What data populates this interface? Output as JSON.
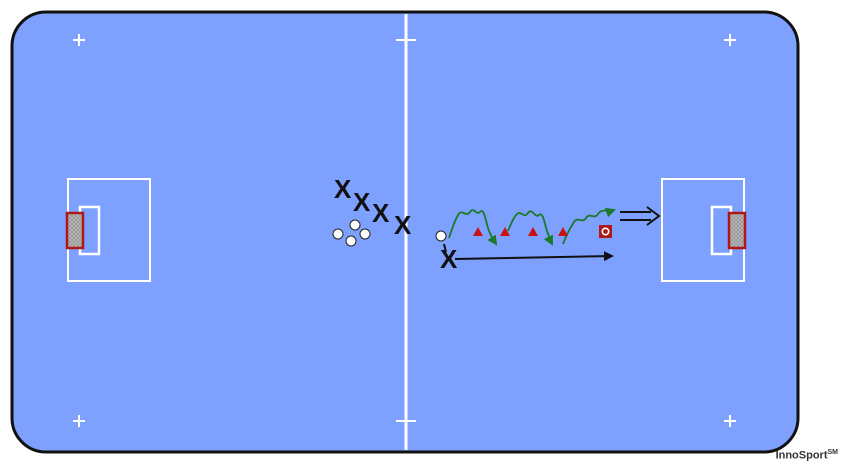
{
  "diagram": {
    "colors": {
      "pitch": "#7ea1ff",
      "pitch_border": "#111111",
      "line": "#ffffff",
      "player": "#111111",
      "cone": "#cc1111",
      "dribble_path": "#1a7a2a",
      "goal_frame": "#b01818",
      "goal_net": "#b8b8b8",
      "ball": "#ffffff"
    },
    "players_waiting": [
      "X",
      "X",
      "X",
      "X"
    ],
    "active_player": "X",
    "cones_count": 4,
    "balls_in_reserve": 4,
    "icons": [
      "corner-cross",
      "cone-triangle",
      "ball",
      "run-arrow",
      "double-arrow",
      "target-marker"
    ]
  },
  "credit": {
    "brand": "InnoSport",
    "mark": "SM"
  }
}
